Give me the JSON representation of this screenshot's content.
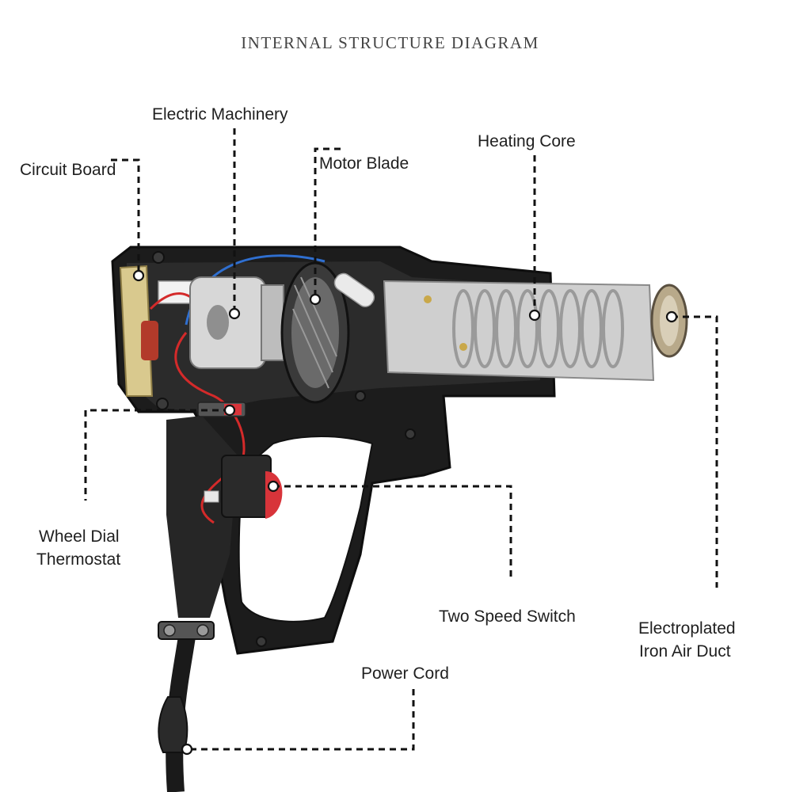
{
  "title": "INTERNAL STRUCTURE DIAGRAM",
  "labels": {
    "circuit_board": "Circuit Board",
    "electric_machinery": "Electric Machinery",
    "motor_blade": "Motor Blade",
    "heating_core": "Heating Core",
    "wheel_dial_line1": "Wheel Dial",
    "wheel_dial_line2": "Thermostat",
    "two_speed_switch": "Two Speed Switch",
    "air_duct_line1": "Electroplated",
    "air_duct_line2": "Iron Air Duct",
    "power_cord": "Power Cord"
  },
  "colors": {
    "housing": "#1c1c1c",
    "heating_element": "#cfcfcf",
    "circuit_board": "#d9c98e",
    "switch_trigger": "#d8343a",
    "wire_red": "#d42a2a",
    "wire_blue": "#2f6fd0"
  }
}
